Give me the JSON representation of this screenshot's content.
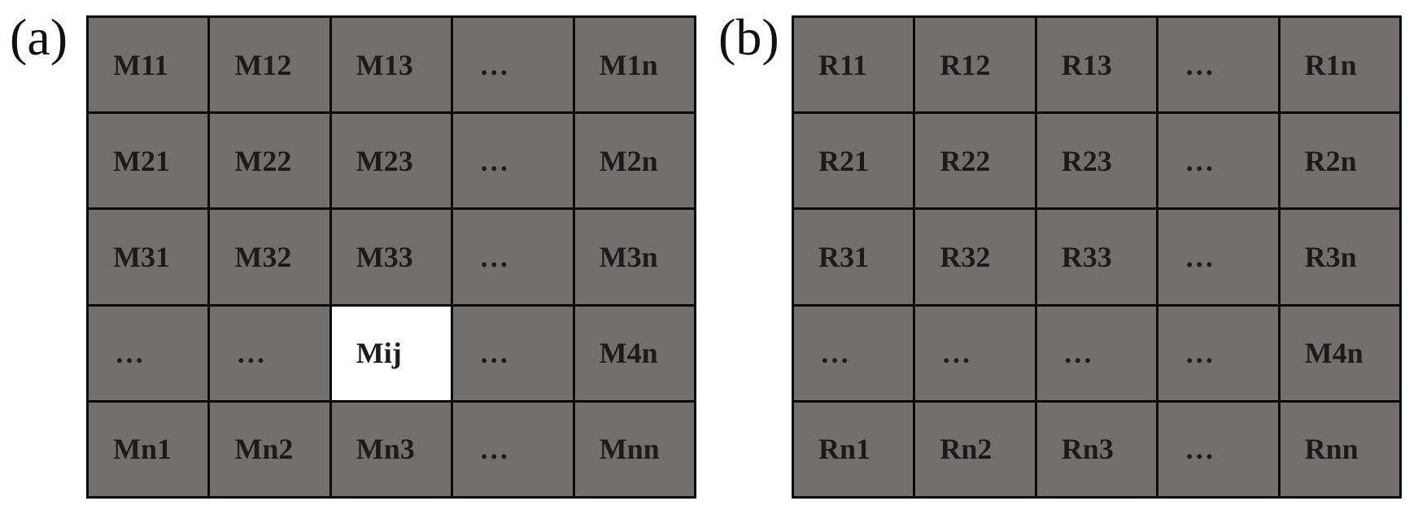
{
  "colors": {
    "cell_fill": "#736f6e",
    "highlight_fill": "#ffffff",
    "grid_line": "#0a0a0a",
    "text": "#1c1a1a"
  },
  "panels": [
    {
      "label": "(a)",
      "highlight": [
        3,
        2
      ],
      "rows": [
        [
          "M11",
          "M12",
          "M13",
          "…",
          "M1n"
        ],
        [
          "M21",
          "M22",
          "M23",
          "…",
          "M2n"
        ],
        [
          "M31",
          "M32",
          "M33",
          "…",
          "M3n"
        ],
        [
          "…",
          "…",
          "Mij",
          "…",
          "M4n"
        ],
        [
          "Mn1",
          "Mn2",
          "Mn3",
          "…",
          "Mnn"
        ]
      ]
    },
    {
      "label": "(b)",
      "highlight": null,
      "rows": [
        [
          "R11",
          "R12",
          "R13",
          "…",
          "R1n"
        ],
        [
          "R21",
          "R22",
          "R23",
          "…",
          "R2n"
        ],
        [
          "R31",
          "R32",
          "R33",
          "…",
          "R3n"
        ],
        [
          "…",
          "…",
          "…",
          "…",
          "M4n"
        ],
        [
          "Rn1",
          "Rn2",
          "Rn3",
          "…",
          "Rnn"
        ]
      ]
    }
  ]
}
